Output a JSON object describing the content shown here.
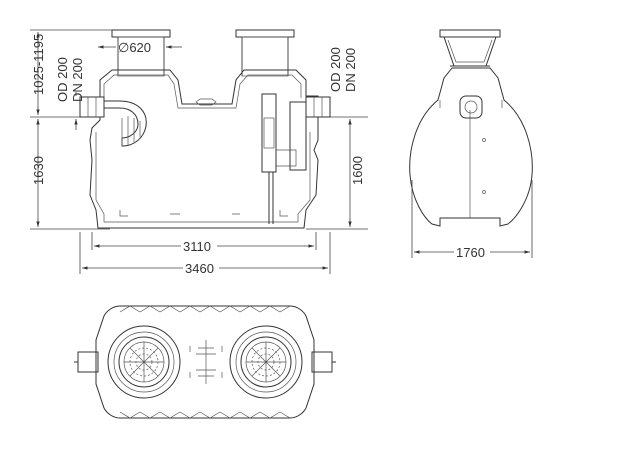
{
  "side_view": {
    "manhole_diameter": "∅620",
    "inlet_od": "OD 200",
    "inlet_dn": "DN 200",
    "outlet_od": "OD 200",
    "outlet_dn": "DN 200",
    "cover_height": "1025-1195",
    "inlet_height": "1630",
    "outlet_height": "1600",
    "inner_length": "3110",
    "total_length": "3460"
  },
  "end_view": {
    "width": "1760"
  },
  "colors": {
    "line": "#333333",
    "background": "#ffffff"
  }
}
